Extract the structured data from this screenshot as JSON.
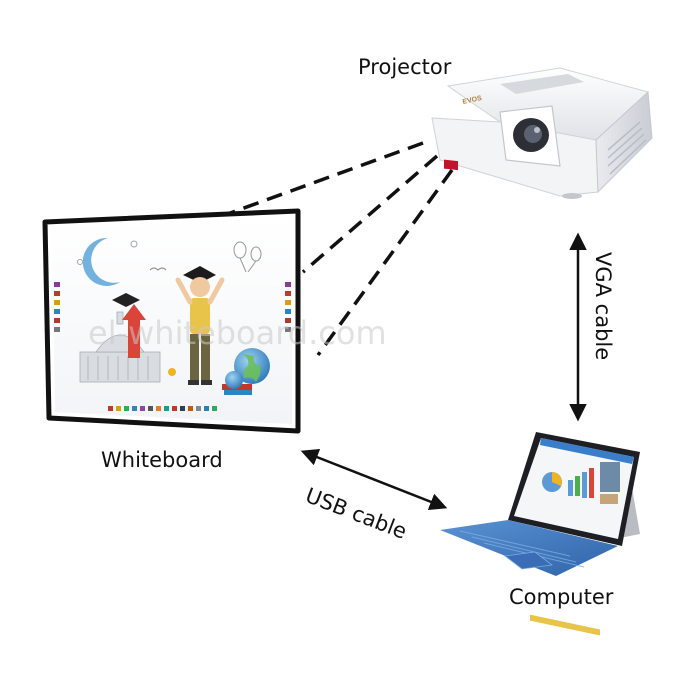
{
  "labels": {
    "projector": "Projector",
    "whiteboard": "Whiteboard",
    "computer": "Computer",
    "vga_cable": "VGA cable",
    "usb_cable": "USB cable"
  },
  "watermark": "el-whiteboard.com",
  "projector_logo": "EVOS",
  "colors": {
    "board_frame": "#111111",
    "cable_dash": "#111111",
    "laptop_keyboard": "#3d78c0",
    "projector_body": "#eef0f3",
    "projector_badge": "#c0142a",
    "watermark": "#c8c8c8"
  }
}
